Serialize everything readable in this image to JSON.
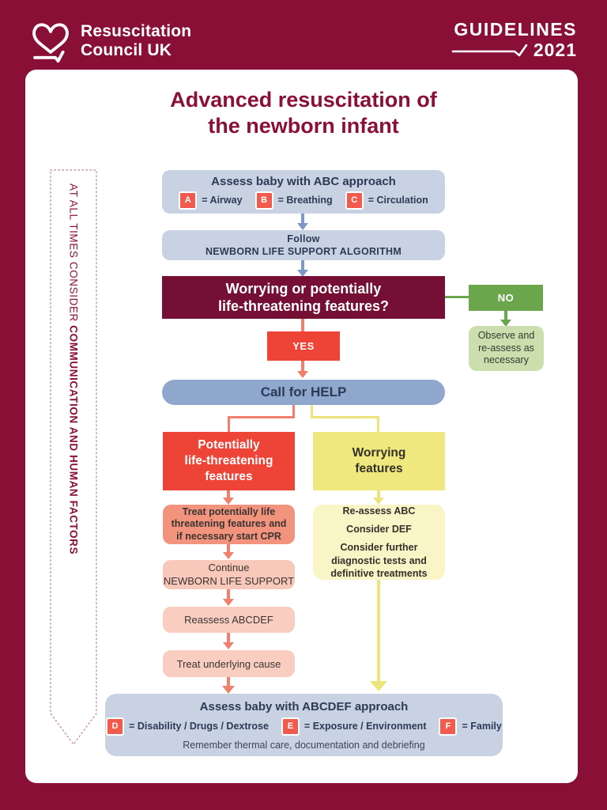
{
  "header": {
    "logo_line1": "Resuscitation",
    "logo_line2": "Council UK",
    "guidelines_label": "GUIDELINES",
    "guidelines_year": "2021"
  },
  "title": "Advanced resuscitation of\nthe newborn infant",
  "sidebar_note": {
    "regular": "AT ALL TIMES CONSIDER ",
    "bold": "COMMUNICATION AND HUMAN FACTORS"
  },
  "flowchart": {
    "assess_abc": {
      "title": "Assess baby with ABC approach",
      "chips": [
        {
          "letter": "A",
          "label": "= Airway"
        },
        {
          "letter": "B",
          "label": "= Breathing"
        },
        {
          "letter": "C",
          "label": "= Circulation"
        }
      ]
    },
    "follow": "Follow\nNEWBORN LIFE SUPPORT ALGORITHM",
    "question": "Worrying or potentially\nlife-threatening features?",
    "no_label": "NO",
    "observe": "Observe and\nre-assess as\nnecessary",
    "yes_label": "YES",
    "call_help": "Call for HELP",
    "left_branch": {
      "header": "Potentially\nlife-threatening\nfeatures",
      "treat": "Treat potentially life\nthreatening features and\nif necessary start CPR",
      "continue": "Continue\nNEWBORN LIFE SUPPORT",
      "reassess": "Reassess ABCDEF",
      "underlying": "Treat underlying cause"
    },
    "right_branch": {
      "header": "Worrying\nfeatures",
      "item1": "Re-assess ABC",
      "item2": "Consider DEF",
      "item3": "Consider further\ndiagnostic tests and\ndefinitive treatments"
    },
    "assess_abcdef": {
      "title": "Assess baby with ABCDEF approach",
      "chips": [
        {
          "letter": "D",
          "label": "= Disability / Drugs / Dextrose"
        },
        {
          "letter": "E",
          "label": "= Exposure / Environment"
        },
        {
          "letter": "F",
          "label": "=  Family"
        }
      ],
      "note": "Remember thermal care, documentation and debriefing"
    }
  },
  "colors": {
    "background": "#890F37",
    "card": "#FFFFFF",
    "title_text": "#8A1038",
    "blue_box": "#C9D2E3",
    "call_box": "#8FA6CD",
    "blue_arrow": "#7E99C9",
    "maroon_box": "#750F33",
    "green": "#6CA64C",
    "green_light": "#CBDFAE",
    "red": "#EE4337",
    "salmon_box": "#F2937D",
    "salmon_light": "#F8C8BA",
    "salmon_lighter": "#F9CEC1",
    "salmon_arrow": "#F0806B",
    "yellow": "#EFE87F",
    "yellow_light": "#FAF5C6",
    "yellow_arrow": "#EDE47B",
    "chip": "#F15B4D"
  }
}
